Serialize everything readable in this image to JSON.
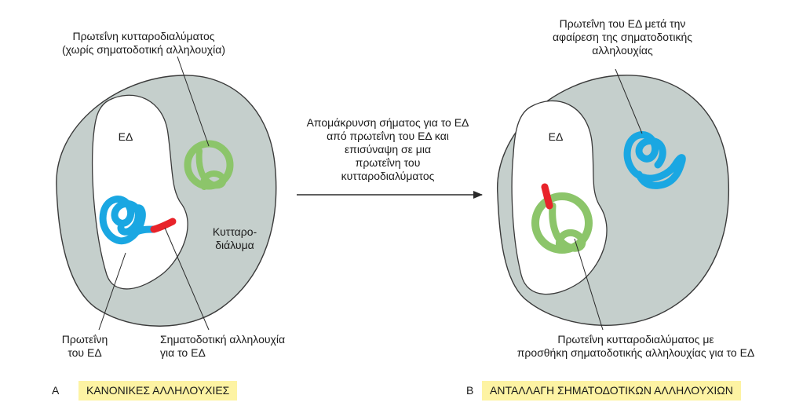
{
  "panel_a": {
    "letter": "A",
    "title": "ΚΑΝΟΝΙΚΕΣ ΑΛΛΗΛΟΥΧΙΕΣ",
    "cytosol_protein_label": [
      "Πρωτεΐνη κυτταροδιαλύματος",
      "(χωρίς σηματοδοτική αλληλουχία)"
    ],
    "er_label": "ΕΔ",
    "cytosol_label": [
      "Κυτταρο-",
      "διάλυμα"
    ],
    "er_protein_label": [
      "Πρωτεΐνη",
      "του ΕΔ"
    ],
    "signal_label": [
      "Σηματοδοτική αλληλουχία",
      "για το ΕΔ"
    ]
  },
  "process": {
    "label": [
      "Απομάκρυνση σήματος για το ΕΔ",
      "από πρωτεΐνη του ΕΔ και",
      "επισύναψη σε μια",
      "πρωτεΐνη του",
      "κυτταροδιαλύματος"
    ]
  },
  "panel_b": {
    "letter": "B",
    "title": "ΑΝΤΑΛΛΑΓΗ ΣΗΜΑΤΟΔΟΤΙΚΩΝ ΑΛΛΗΛΟΥΧΙΩΝ",
    "er_protein_label": [
      "Πρωτεΐνη του ΕΔ μετά την",
      "αφαίρεση της σηματοδοτικής",
      "αλληλουχίας"
    ],
    "er_label": "ΕΔ",
    "cytosol_protein_label": [
      "Πρωτεΐνη κυτταροδιαλύματος με",
      "προσθήκη σηματοδοτικής αλληλουχίας για το ΕΔ"
    ]
  },
  "colors": {
    "cytosol_fill": "#c5cfcc",
    "er_fill": "#ffffff",
    "outline": "#3a3a3a",
    "er_protein": "#1aa7e2",
    "signal": "#e8232a",
    "cytosol_protein": "#8cc56a",
    "title_bg": "#fdf3a3"
  }
}
